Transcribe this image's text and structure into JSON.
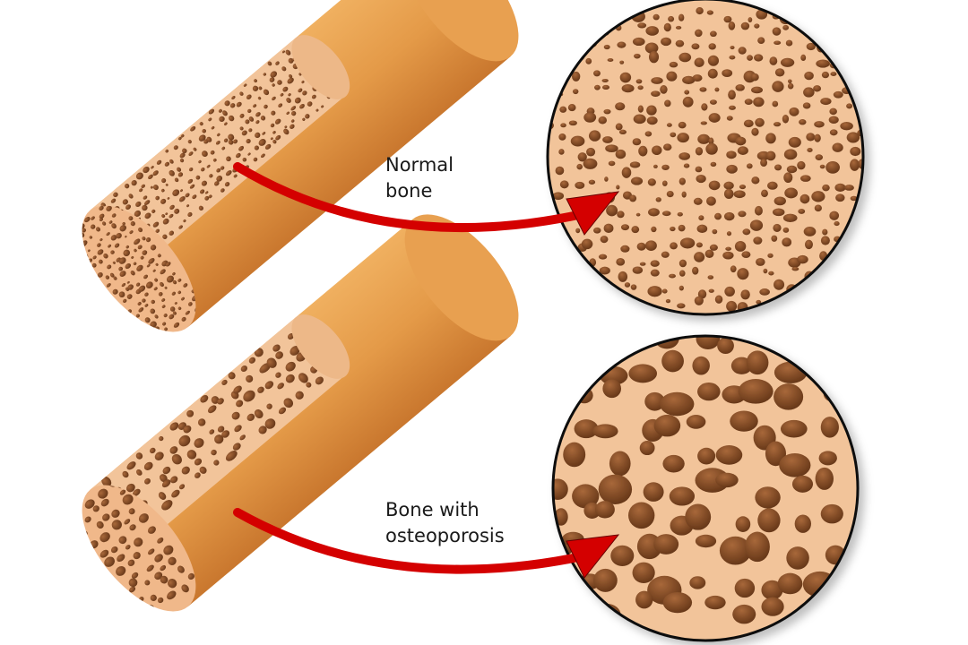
{
  "labels": {
    "normal_line1": "Normal",
    "normal_line2": "bone",
    "osteo_line1": "Bone with",
    "osteo_line2": "osteoporosis"
  },
  "colors": {
    "bone_light": "#f2c49a",
    "bone_dark": "#d98a3c",
    "pore_dark": "#6b3a1a",
    "arrow": "#d40000",
    "outline": "#111111"
  }
}
